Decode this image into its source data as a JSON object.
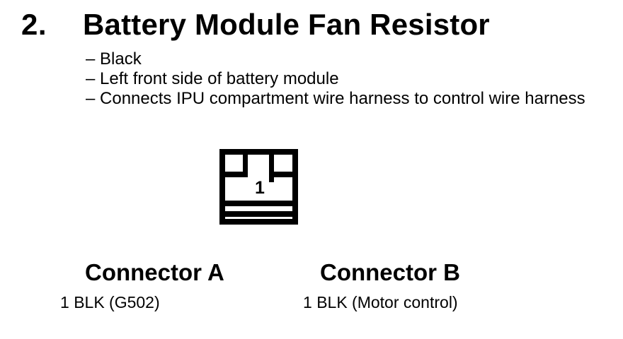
{
  "colors": {
    "ink": "#000000",
    "paper": "#ffffff"
  },
  "section": {
    "number": "2.",
    "title": "Battery Module Fan Resistor",
    "bullet_marker": "–",
    "bullets": [
      "Black",
      "Left front side of battery module",
      "Connects IPU compartment wire harness to control wire harness"
    ]
  },
  "diagram": {
    "pin_label": "1"
  },
  "connectors": [
    {
      "heading": "Connector A",
      "pins": [
        {
          "number": "1",
          "wire": "BLK (G502)"
        }
      ]
    },
    {
      "heading": "Connector B",
      "pins": [
        {
          "number": "1",
          "wire": "BLK (Motor control)"
        }
      ]
    }
  ]
}
